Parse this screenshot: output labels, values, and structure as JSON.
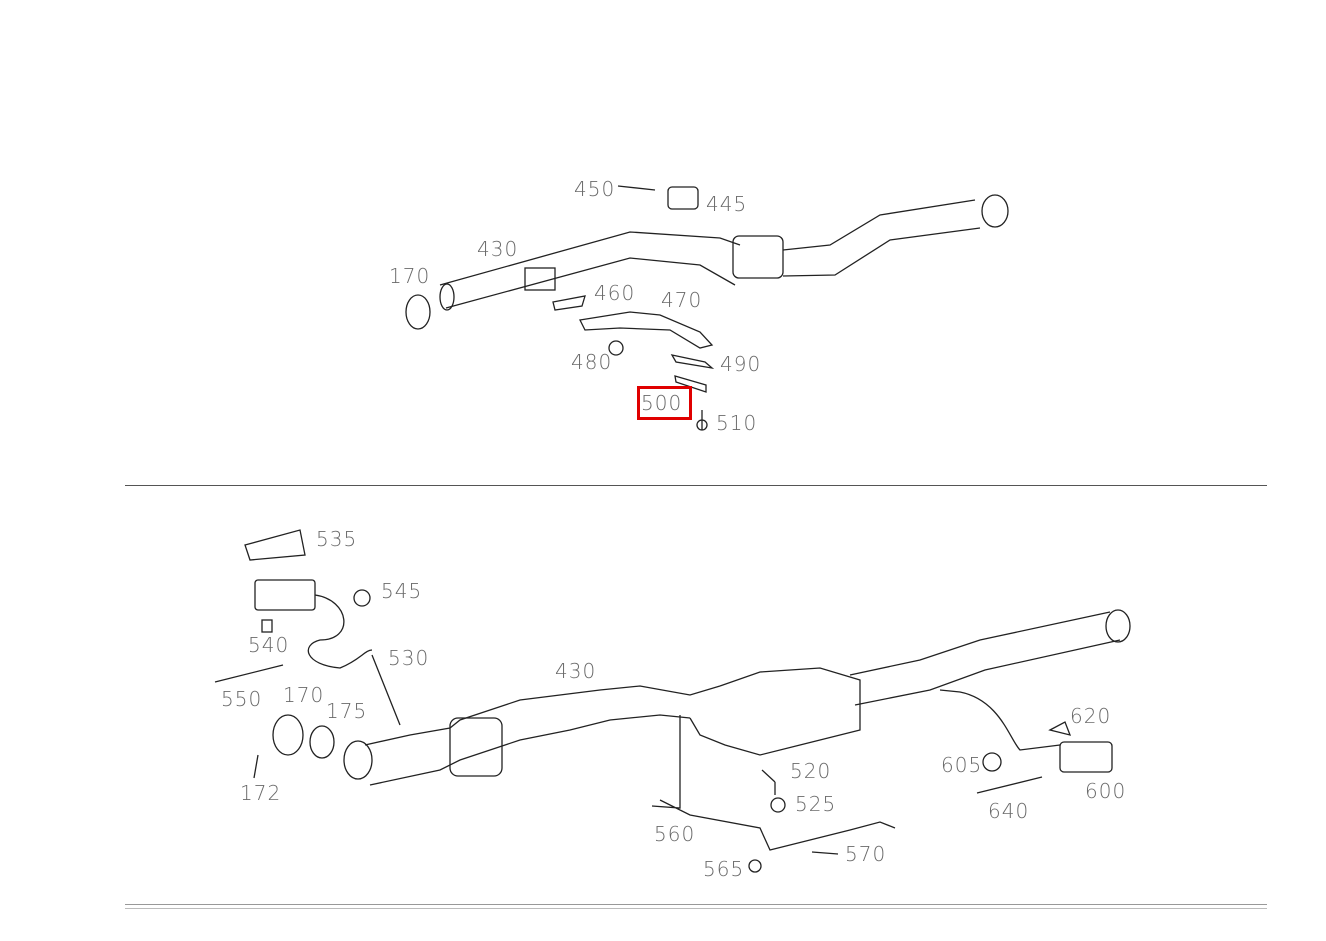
{
  "highlight_color": "#e00000",
  "selected_part": "500",
  "top_diagram": {
    "labels": [
      "450",
      "445",
      "430",
      "170",
      "460",
      "470",
      "480",
      "490",
      "500",
      "510"
    ]
  },
  "bottom_diagram": {
    "labels": [
      "535",
      "545",
      "540",
      "530",
      "550",
      "170",
      "175",
      "172",
      "430",
      "520",
      "525",
      "560",
      "565",
      "570",
      "605",
      "620",
      "600",
      "640"
    ]
  }
}
